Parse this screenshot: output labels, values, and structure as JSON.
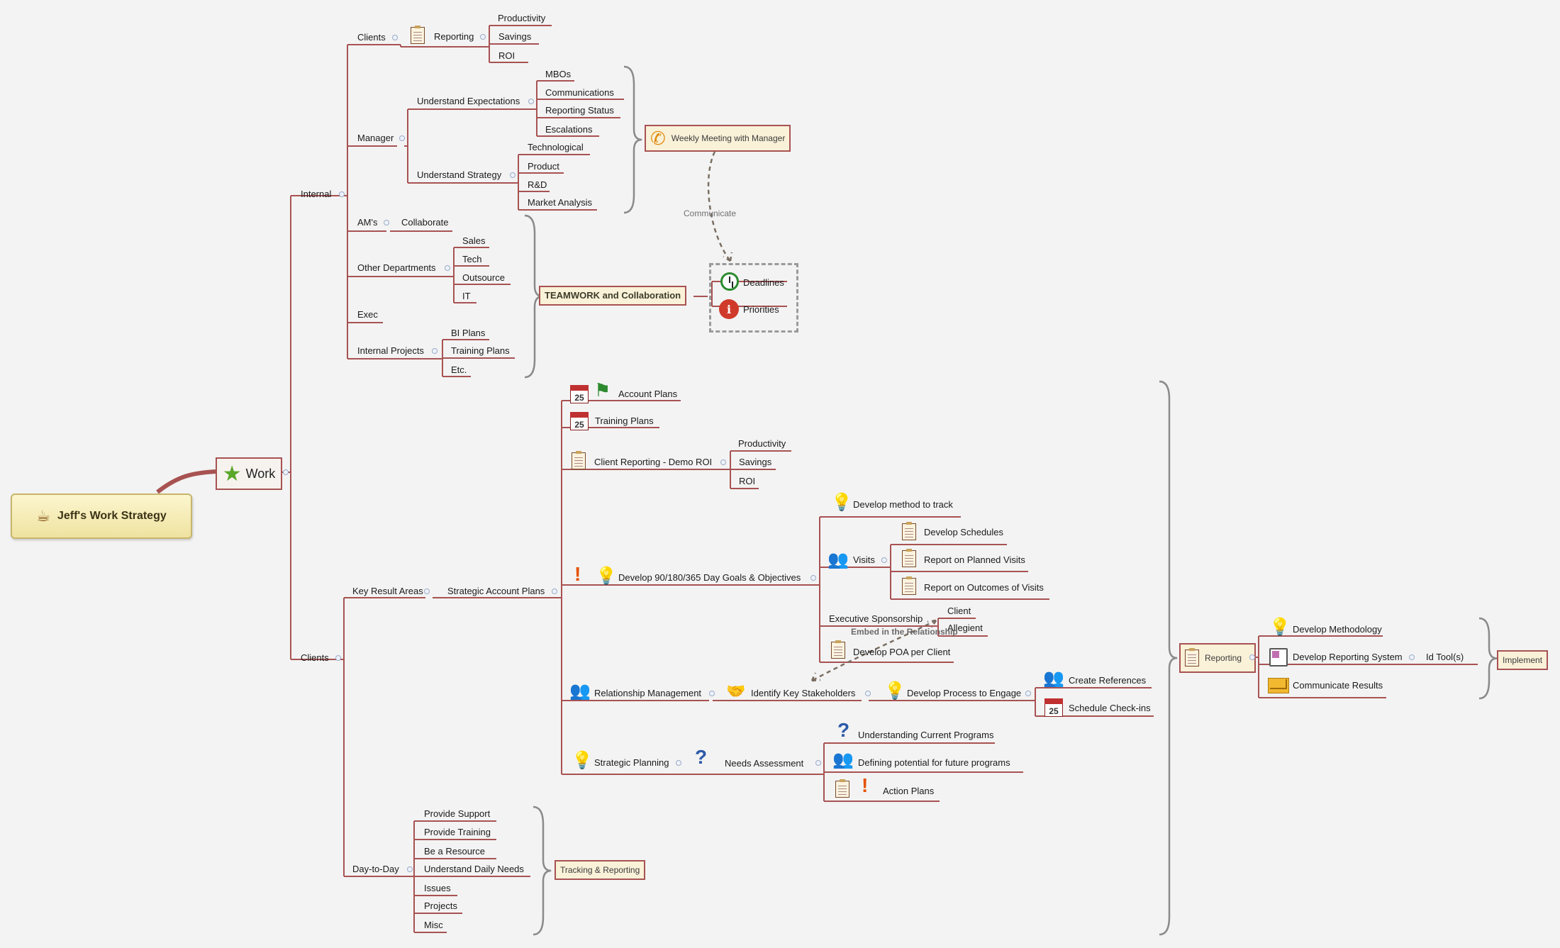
{
  "colors": {
    "branch": "#a85252",
    "root_fill": "#f6ebb8",
    "relationship": "#7a6e62",
    "background": "#f3f3f3"
  },
  "root": {
    "title": "Jeff's Work Strategy",
    "icon": "coffee-cup-icon"
  },
  "work": {
    "label": "Work",
    "icon": "star-icon"
  },
  "internal": {
    "label": "Internal",
    "clients": {
      "label": "Clients",
      "reporting": {
        "label": "Reporting",
        "items": [
          "Productivity",
          "Savings",
          "ROI"
        ]
      }
    },
    "manager": {
      "label": "Manager",
      "expectations": {
        "label": "Understand Expectations",
        "items": [
          "MBOs",
          "Communications",
          "Reporting Status",
          "Escalations"
        ]
      },
      "strategy": {
        "label": "Understand Strategy",
        "items": [
          "Technological",
          "Product",
          "R&D",
          "Market Analysis"
        ]
      }
    },
    "ams": {
      "label": "AM's",
      "child": "Collaborate"
    },
    "other_departments": {
      "label": "Other Departments",
      "items": [
        "Sales",
        "Tech",
        "Outsource",
        "IT"
      ]
    },
    "exec": {
      "label": "Exec"
    },
    "internal_projects": {
      "label": "Internal Projects",
      "items": [
        "BI Plans",
        "Training Plans",
        "Etc."
      ]
    }
  },
  "floating": {
    "weekly_meeting": "Weekly Meeting with Manager",
    "teamwork": "TEAMWORK and Collaboration",
    "deadlines": "Deadlines",
    "priorities": "Priorities",
    "tracking": "Tracking & Reporting",
    "reporting": "Reporting",
    "implement": "Implement"
  },
  "relationships": {
    "communicate": "Communicate",
    "embed": "Embed in the Relationship"
  },
  "clients": {
    "label": "Clients",
    "kra": {
      "label": "Key Result Areas",
      "sap": {
        "label": "Strategic Account Plans",
        "account_plans": "Account Plans",
        "training_plans": "Training Plans",
        "client_reporting": {
          "label": "Client Reporting - Demo ROI",
          "items": [
            "Productivity",
            "Savings",
            "ROI"
          ]
        },
        "goals": {
          "label": "Develop 90/180/365 Day Goals & Objectives",
          "method": "Develop method to track",
          "visits": {
            "label": "Visits",
            "items": [
              "Develop Schedules",
              "Report on Planned Visits",
              "Report on Outcomes of Visits"
            ]
          },
          "exec_sponsorship": {
            "label": "Executive Sponsorship",
            "items": [
              "Client",
              "Allegient"
            ]
          },
          "poa": "Develop POA per Client"
        },
        "relationship_mgmt": {
          "label": "Relationship Management",
          "stakeholders": "Identify Key Stakeholders",
          "engage": "Develop Process to Engage",
          "items": [
            "Create References",
            "Schedule Check-ins"
          ]
        },
        "strategic_planning": {
          "label": "Strategic Planning",
          "needs": "Needs Assessment",
          "items": [
            "Understanding Current Programs",
            "Defining potential for future programs",
            "Action Plans"
          ]
        }
      }
    },
    "day_to_day": {
      "label": "Day-to-Day",
      "items": [
        "Provide Support",
        "Provide Training",
        "Be a Resource",
        "Understand Daily Needs",
        "Issues",
        "Projects",
        "Misc"
      ]
    }
  },
  "reporting_branch": {
    "items": [
      "Develop Methodology",
      "Develop Reporting System",
      "Communicate Results"
    ],
    "tool": "Id Tool(s)"
  },
  "calendar_day": "25"
}
